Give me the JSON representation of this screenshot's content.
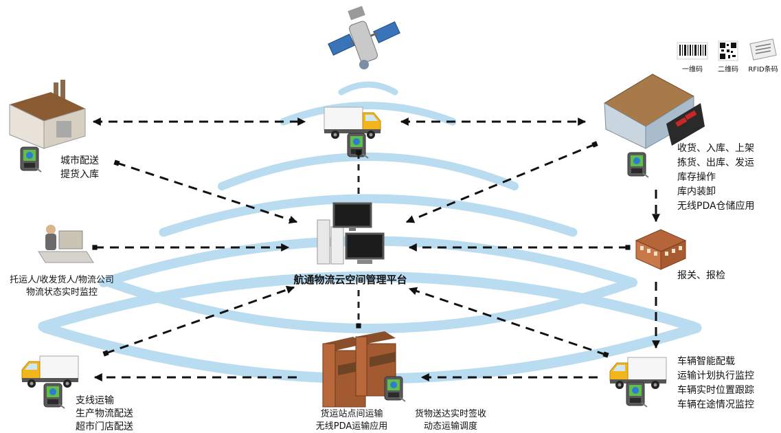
{
  "platform": {
    "title": "航通物流云空间管理平台"
  },
  "codes": {
    "barcode": "一维码",
    "qrcode": "二维码",
    "rfid": "RFID条码"
  },
  "city": {
    "line1": "城市配送",
    "line2": "提货入库"
  },
  "shipper": {
    "line1": "托运人/收发货人/物流公司",
    "line2": "物流状态实时监控"
  },
  "branch": {
    "line1": "支线运输",
    "line2": "生产物流配送",
    "line3": "超市门店配送"
  },
  "station": {
    "left1": "货运站点间运输",
    "left2": "无线PDA运输应用",
    "right1": "货物送达实时签收",
    "right2": "动态运输调度"
  },
  "warehouse": {
    "line1": "收货、入库、上架",
    "line2": "拣货、出库、发运",
    "line3": "库存操作",
    "line4": "库内装卸",
    "line5": "无线PDA仓储应用"
  },
  "customs": {
    "line1": "报关、报检"
  },
  "vehicle": {
    "line1": "车辆智能配载",
    "line2": "运输计划执行监控",
    "line3": "车辆实时位置跟踪",
    "line4": "车辆在途情况监控"
  },
  "colors": {
    "signal": "#b9dcf0",
    "truck_body": "#f6f6f6",
    "truck_cab": "#f2b51c",
    "pda": "#3c8a3a",
    "brick": "#b5653a",
    "roof": "#8a5a33"
  }
}
